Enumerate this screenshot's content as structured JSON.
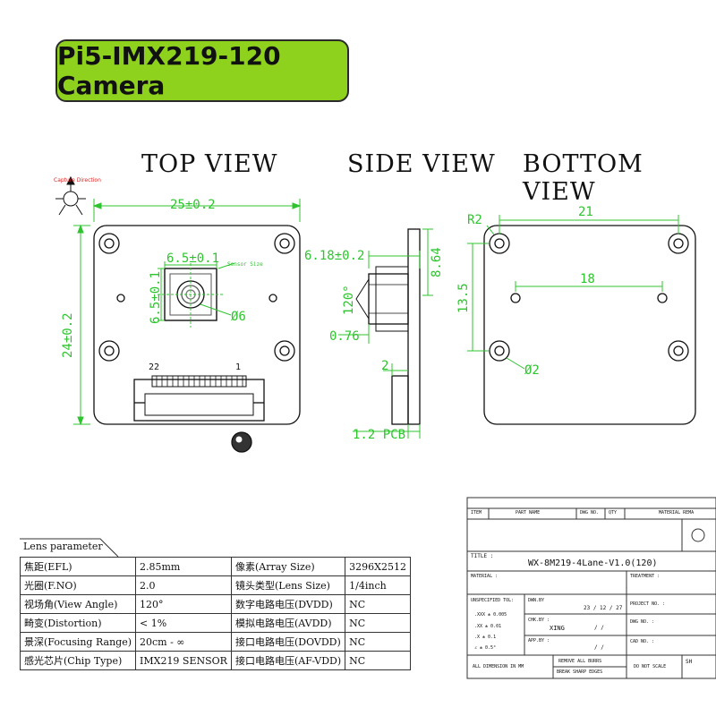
{
  "title": "Pi5-IMX219-120 Camera",
  "views": {
    "top": "TOP VIEW",
    "side": "SIDE VIEW",
    "bottom": "BOTTOM VIEW"
  },
  "top_view": {
    "width_dim": "25±0.2",
    "height_dim": "24±0.2",
    "sensor_w": "6.5±0.1",
    "sensor_h": "6.5±0.1",
    "lens_dia": "Ø6",
    "pin_22": "22",
    "pin_1": "1",
    "capture_label": "Capture Direction",
    "sensor_note": "Sensor Size"
  },
  "side_view": {
    "dim_618": "6.18±0.2",
    "dim_864": "8.64",
    "angle": "120°",
    "dim_076": "0.76",
    "dim_2": "2",
    "dim_pcb": "1.2 PCB"
  },
  "bottom_view": {
    "r2": "R2",
    "dim_21": "21",
    "dim_18": "18",
    "dim_135": "13.5",
    "hole_dia": "Ø2"
  },
  "lens_table": {
    "header": "Lens parameter",
    "rows": [
      [
        "焦距(EFL)",
        "2.85mm",
        "像素(Array Size)",
        "3296X2512"
      ],
      [
        "光圈(F.NO)",
        "2.0",
        "镜头类型(Lens Size)",
        "1/4inch"
      ],
      [
        "视场角(View Angle)",
        "120°",
        "数字电路电压(DVDD)",
        "NC"
      ],
      [
        "畸变(Distortion)",
        "< 1%",
        "模拟电路电压(AVDD)",
        "NC"
      ],
      [
        "景深(Focusing Range)",
        "20cm - ∞",
        "接口电路电压(DOVDD)",
        "NC"
      ],
      [
        "感光芯片(Chip Type)",
        "IMX219 SENSOR",
        "接口电路电压(AF-VDD)",
        "NC"
      ]
    ]
  },
  "title_block": {
    "item": "ITEM",
    "part_name": "PART NAME",
    "dwg_no": "DWG NO.",
    "qty": "QTY",
    "material_remark": "MATERIAL REMA",
    "title_label": "TITLE :",
    "title_value": "WX-8M219-4Lane-V1.0(120)",
    "material_label": "MATERIAL :",
    "treatment": "TREATMENT :",
    "unspec_tol": "UNSPECIFIED TOL:",
    "tol_1": ".XXX ± 0.005",
    "tol_2": ".XX ± 0.01",
    "tol_3": ".X ± 0.1",
    "tol_4": "∠ ± 0.5°",
    "dwn_by": "DWN.BY",
    "date": "23 / 12 / 27",
    "chk_by": "CHK.BY :",
    "chk_name": "XING",
    "chk_date": "/ /",
    "app_by": "APP.BY :",
    "app_date": "/ /",
    "project_no": "PROJECT NO. :",
    "dwg_no2": "DWG NO. :",
    "cad_no": "CAD NO. :",
    "all_dim": "ALL DIMENSION IN MM",
    "remove_burrs": "REMOVE ALL BURRS",
    "break_edges": "BREAK SHARP EDGES",
    "do_not_scale": "DO NOT SCALE",
    "sh": "SH"
  }
}
